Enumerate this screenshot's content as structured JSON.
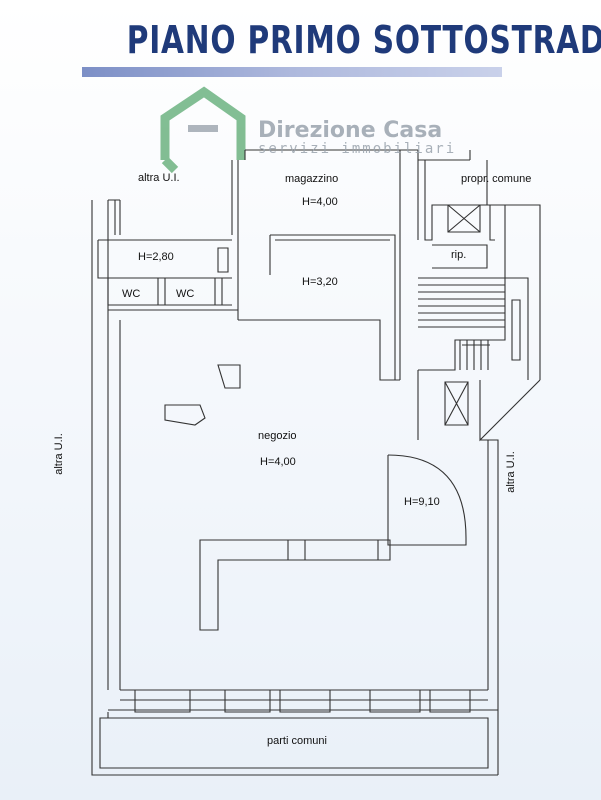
{
  "title": "PIANO PRIMO SOTTOSTRADA",
  "logo": {
    "name": "Direzione Casa",
    "subtitle": "servizi immobiliari",
    "icon": "house-logo-icon",
    "color": "#5aa870"
  },
  "rooms": {
    "altra_ui_top": "altra U.I.",
    "magazzino": "magazzino",
    "magazzino_h": "H=4,00",
    "propr_comune": "propr. comune",
    "h280": "H=2,80",
    "wc1": "WC",
    "wc2": "WC",
    "h320": "H=3,20",
    "rip": "rip.",
    "altra_ui_left": "altra U.I.",
    "altra_ui_right": "altra U.I.",
    "negozio": "negozio",
    "negozio_h": "H=4,00",
    "h910": "H=9,10",
    "parti_comuni": "parti comuni"
  },
  "colors": {
    "title": "#1f3a7a",
    "lines": "#333333"
  }
}
